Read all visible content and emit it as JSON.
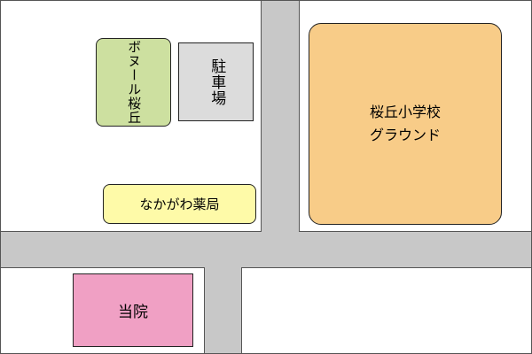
{
  "map": {
    "landmarks": {
      "bonul": {
        "line1": "ボヌール",
        "line2": "桜丘",
        "color": "#cde0a0"
      },
      "parking": {
        "label": "駐車場",
        "color": "#dcdcdc"
      },
      "pharmacy": {
        "label": "なかがわ薬局",
        "color": "#fefaa8"
      },
      "ground": {
        "line1": "桜丘小学校",
        "line2": "グラウンド",
        "color": "#f8cc88"
      },
      "clinic": {
        "label": "当院",
        "color": "#f0a0c4"
      }
    },
    "colors": {
      "road": "#c8c8c8",
      "block": "#ffffff",
      "outline": "#555555"
    }
  }
}
